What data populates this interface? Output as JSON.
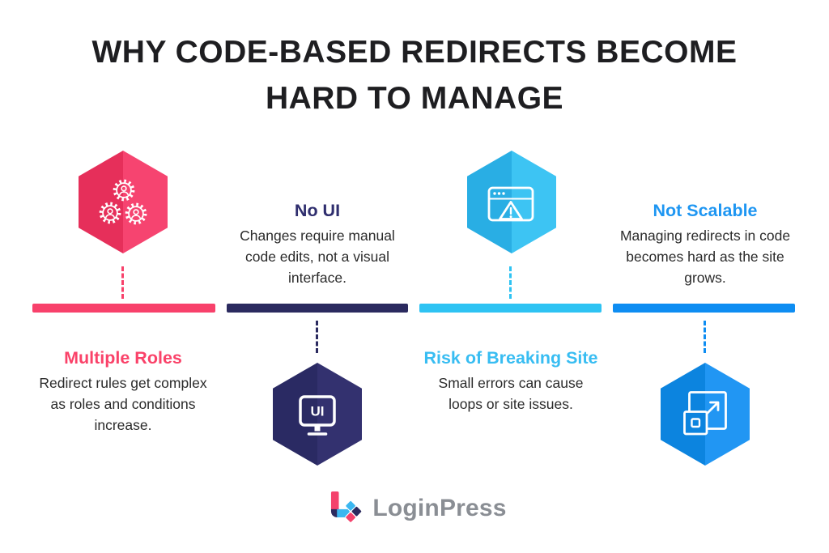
{
  "title": "WHY CODE-BASED REDIRECTS BECOME\nHARD TO MANAGE",
  "title_color": "#1E1E21",
  "text_color": "#2B2B2B",
  "background": "#FFFFFF",
  "columns": [
    {
      "heading": "Multiple Roles",
      "body": "Redirect rules get complex\nas roles and conditions\nincrease.",
      "icon": "user-roles-gears-icon",
      "layout": "icon-top",
      "colors": {
        "heading": "#FA4269",
        "bar": "#F8416B",
        "dash": "#F8416B",
        "hex_left": "#E62F5A",
        "hex_right": "#F64470"
      }
    },
    {
      "heading": "No UI",
      "body": "Changes require manual\ncode edits, not a visual\ninterface.",
      "icon": "monitor-ui-icon",
      "layout": "text-top",
      "colors": {
        "heading": "#2F2E6E",
        "bar": "#2B2A5F",
        "dash": "#2B2A5F",
        "hex_left": "#2A2A63",
        "hex_right": "#33316F"
      }
    },
    {
      "heading": "Risk of Breaking Site",
      "body": "Small errors can cause\nloops or site issues.",
      "icon": "browser-warning-icon",
      "layout": "icon-top",
      "colors": {
        "heading": "#38BDF2",
        "bar": "#2EC3F3",
        "dash": "#2EC3F3",
        "hex_left": "#29AEE4",
        "hex_right": "#3DC4F3"
      }
    },
    {
      "heading": "Not Scalable",
      "body": "Managing redirects in code\nbecomes hard as the site\ngrows.",
      "icon": "scale-expand-icon",
      "layout": "text-top",
      "colors": {
        "heading": "#1E96F2",
        "bar": "#0E8DF2",
        "dash": "#0E8DF2",
        "hex_left": "#0C84DF",
        "hex_right": "#2196F3"
      }
    }
  ],
  "footer": {
    "brand": "LoginPress",
    "brand_color": "#8A8E94",
    "logo_colors": {
      "pink": "#F4426C",
      "blue": "#3BB7F0",
      "navy": "#2B2A5E"
    }
  }
}
